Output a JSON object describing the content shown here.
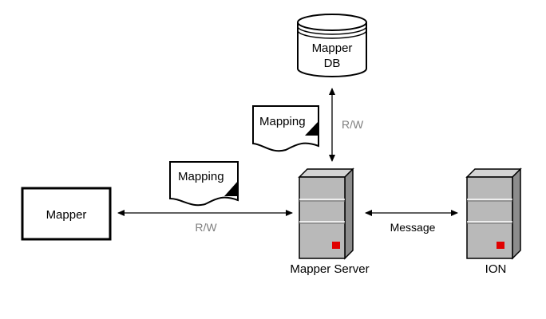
{
  "nodes": {
    "mapper": {
      "label": "Mapper"
    },
    "mapper_db": {
      "line1": "Mapper",
      "line2": "DB"
    },
    "mapper_server": {
      "label": "Mapper Server"
    },
    "ion": {
      "label": "ION"
    },
    "doc_top": {
      "label": "Mapping"
    },
    "doc_left": {
      "label": "Mapping"
    }
  },
  "edges": {
    "db_server": {
      "label": "R/W"
    },
    "mapper_server": {
      "label": "R/W"
    },
    "server_ion": {
      "label": "Message"
    }
  },
  "colors": {
    "server_body": "#b9b9b9",
    "server_light": "#d4d4d4",
    "server_dark": "#8c8c8c",
    "status_led": "#e00000",
    "gray_text": "#808080"
  }
}
